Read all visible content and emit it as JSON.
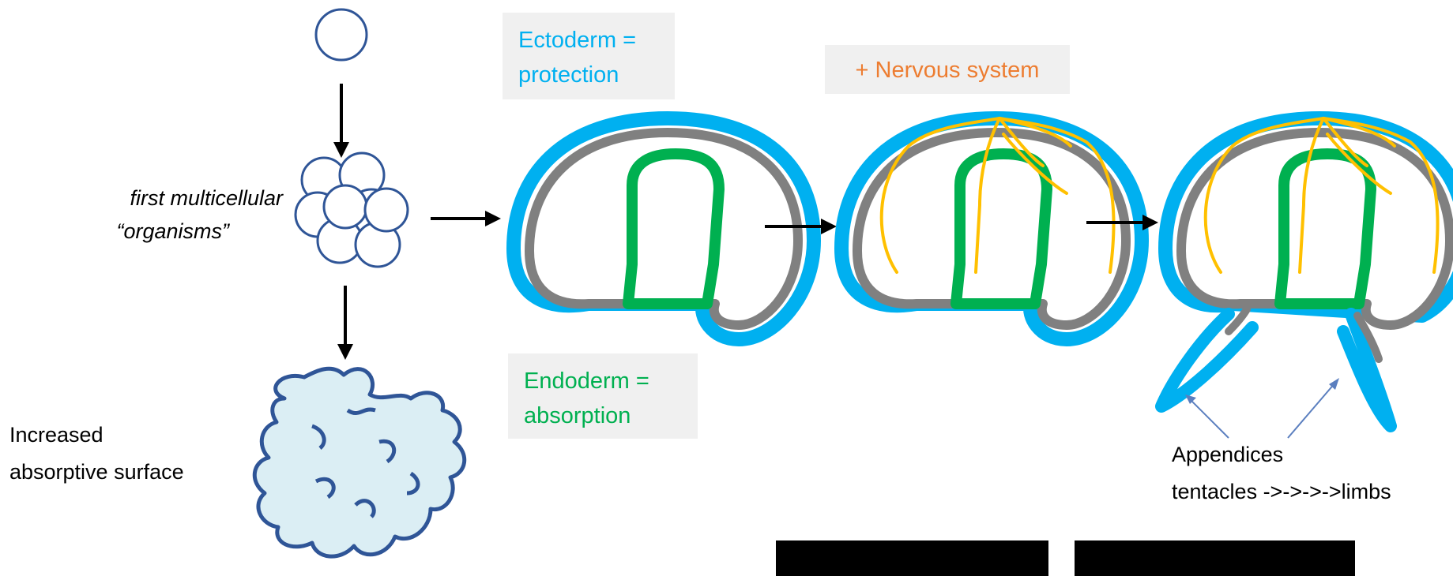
{
  "labels": {
    "multicellular_line1": "first multicellular",
    "multicellular_line2": "“organisms”",
    "absorptive_line1": "Increased",
    "absorptive_line2": "absorptive surface",
    "ectoderm_line1": "Ectoderm =",
    "ectoderm_line2": "protection",
    "endoderm_line1": "Endoderm =",
    "endoderm_line2": "absorption",
    "nervous": "+ Nervous system",
    "appendices_line1": "Appendices",
    "appendices_line2": "tentacles ->->->->limbs"
  },
  "colors": {
    "ectoderm": "#00b0f0",
    "endoderm": "#00b050",
    "mesoderm": "#808080",
    "nervous": "#ffc000",
    "nervous_text": "#ed7d31",
    "cell_outline": "#2f5597",
    "folded_fill": "#dbeef4",
    "pointer": "#5b7fbf",
    "label_box": "#f0f0f0"
  }
}
